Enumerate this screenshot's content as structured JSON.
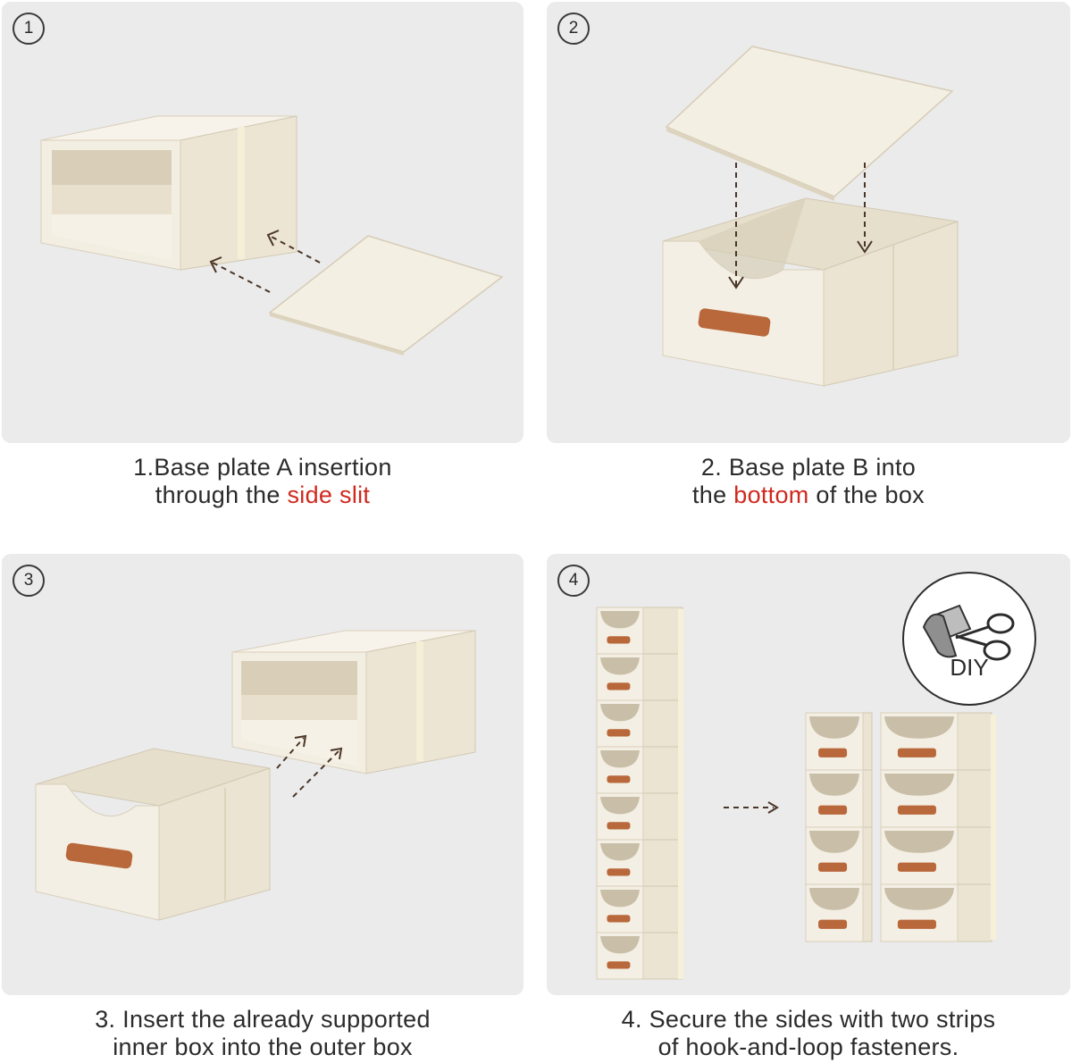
{
  "steps": [
    {
      "number": "1",
      "line1": "1.Base plate A insertion",
      "line2_pre": "through the ",
      "line2_highlight": "side slit",
      "line2_post": ""
    },
    {
      "number": "2",
      "line1": "2. Base plate B into",
      "line2_pre": "the ",
      "line2_highlight": "bottom",
      "line2_post": " of the box"
    },
    {
      "number": "3",
      "line1": "3. Insert the already supported",
      "line2": "inner box into the outer box"
    },
    {
      "number": "4",
      "line1": "4. Secure the sides with two strips",
      "line2": "of hook-and-loop fasteners."
    }
  ],
  "diy_label": "DIY",
  "colors": {
    "panel_bg": "#ebebeb",
    "fabric": "#f3eee2",
    "fabric_shade": "#e6dfcc",
    "handle": "#b8683a",
    "highlight_text": "#d0291e"
  },
  "icons": [
    "circled-number-icon",
    "dashed-arrow-icon",
    "scissors-icon",
    "fabric-strip-icon"
  ]
}
